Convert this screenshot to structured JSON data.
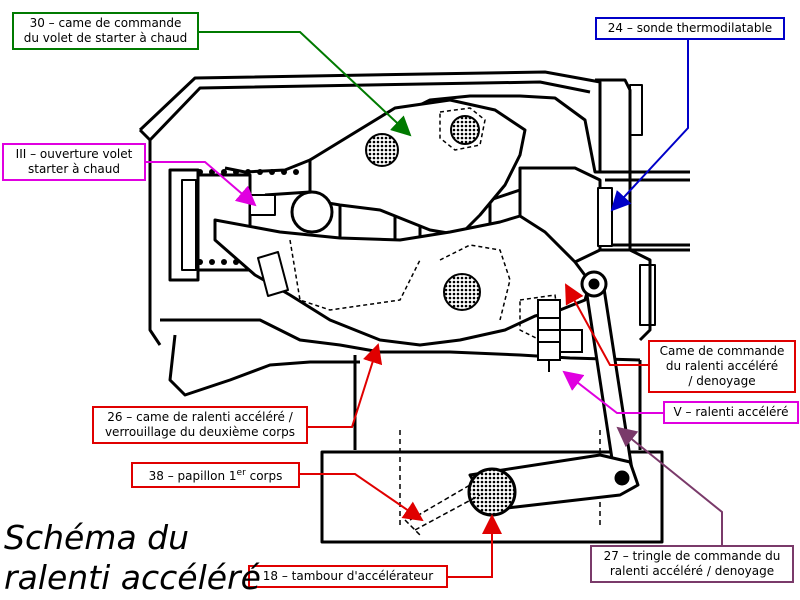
{
  "title": {
    "line1": "Schéma du",
    "line2": "ralenti accéléré"
  },
  "colors": {
    "green": "#007a00",
    "blue": "#0000c8",
    "magenta": "#e000e0",
    "red": "#e00000",
    "plum": "#7a3a6a"
  },
  "labels": {
    "l30": {
      "line1": "30 – came de commande",
      "line2": "du volet de starter à chaud"
    },
    "l24": {
      "line1": "24 – sonde thermodilatable"
    },
    "l3": {
      "line1": "III – ouverture volet",
      "line2": "starter à chaud"
    },
    "lcame": {
      "line1": "Came de commande",
      "line2": "du ralenti accéléré",
      "line3": "/ denoyage"
    },
    "l5": {
      "line1": "V – ralenti accéléré"
    },
    "l26": {
      "line1": "26 – came de ralenti accéléré /",
      "line2": "verrouillage du deuxième corps"
    },
    "l38": {
      "pre": "38 – papillon 1",
      "sup": "er",
      "post": " corps"
    },
    "l27": {
      "line1": "27 – tringle de commande du",
      "line2": "ralenti accéléré / denoyage"
    },
    "l18": {
      "line1": "18 – tambour d'accélérateur"
    }
  }
}
